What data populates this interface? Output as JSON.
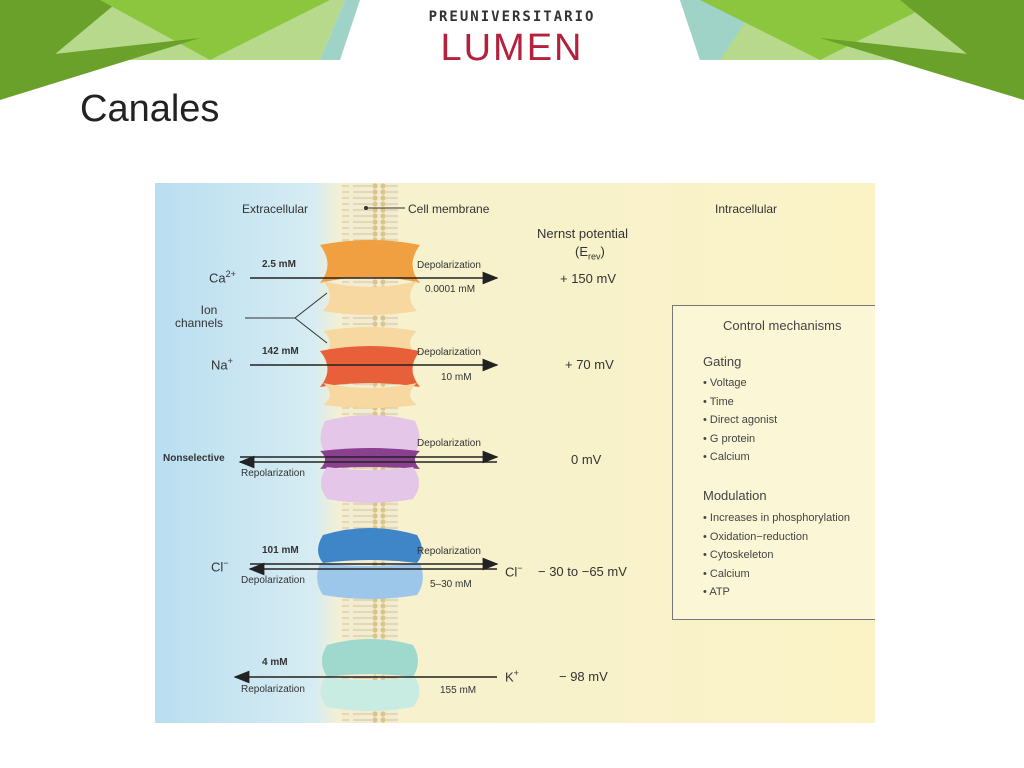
{
  "header": {
    "logo_top": "PREUNIVERSITARIO",
    "logo_main": "LUMEN",
    "colors": {
      "green_dark": "#6aa12a",
      "green_light": "#8cc63f",
      "green_pale": "#b7d98b",
      "teal_pale": "#9fd3c7",
      "logo_red": "#b3213d"
    }
  },
  "slide": {
    "title": "Canales"
  },
  "figure": {
    "extracellular": "Extracellular",
    "intracellular": "Intracellular",
    "cell_membrane": "Cell membrane",
    "ion_channels_line1": "Ion",
    "ion_channels_line2": "channels",
    "nernst_line1": "Nernst potential",
    "nernst_line2": "(E",
    "nernst_sub": "rev",
    "nernst_close": ")",
    "rows": {
      "ca": {
        "ion": "Ca",
        "charge": "2+",
        "out_conc": "2.5 mM",
        "effect": "Depolarization",
        "in_conc": "0.0001 mM",
        "potential": "+ 150 mV"
      },
      "na": {
        "ion": "Na",
        "charge": "+",
        "out_conc": "142 mM",
        "effect": "Depolarization",
        "in_conc": "10 mM",
        "potential": "+ 70 mV"
      },
      "ns": {
        "label": "Nonselective",
        "effect_top": "Depolarization",
        "effect_bottom": "Repolarization",
        "potential": "0 mV"
      },
      "cl": {
        "ion": "Cl",
        "charge": "−",
        "out_conc": "101 mM",
        "effect_top": "Repolarization",
        "effect_bottom": "Depolarization",
        "in_conc": "5–30 mM",
        "in_ion": "Cl",
        "in_charge": "−",
        "potential": "− 30 to −65 mV"
      },
      "k": {
        "ion_in": "K",
        "charge": "+",
        "out_conc": "4 mM",
        "effect": "Repolarization",
        "in_conc": "155 mM",
        "potential": "− 98 mV"
      }
    },
    "control": {
      "title": "Control mechanisms",
      "gating_title": "Gating",
      "gating": [
        "Voltage",
        "Time",
        "Direct agonist",
        "G protein",
        "Calcium"
      ],
      "modulation_title": "Modulation",
      "modulation": [
        "Increases in phosphorylation",
        "Oxidation−reduction",
        "Cytoskeleton",
        "Calcium",
        "ATP"
      ]
    },
    "colors": {
      "extracellular_bg": "#bfe0f0",
      "intracellular_bg": "#fbf3c6",
      "membrane": "#d9c48a",
      "ca_channel": "#f0a040",
      "na_channel": "#e8603a",
      "ns_channel": "#8a3f8f",
      "cl_channel": "#3f86c8",
      "k_channel": "#6cc3b0"
    }
  }
}
